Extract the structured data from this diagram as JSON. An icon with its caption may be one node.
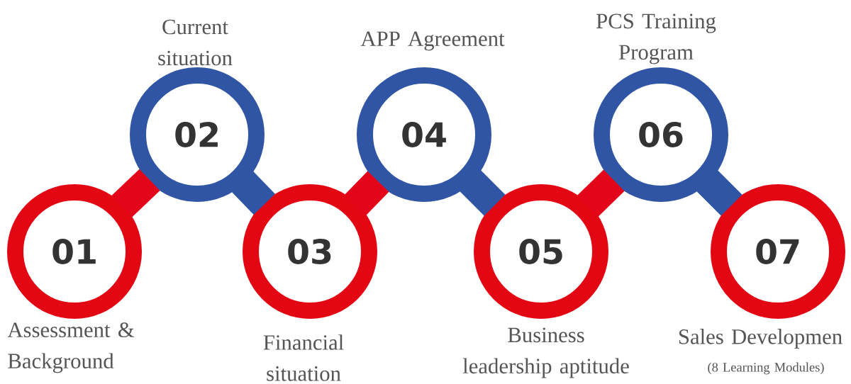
{
  "diagram": {
    "nodes": [
      {
        "text": [
          "01"
        ],
        "beside": [
          "Assessment & Background"
        ]
      },
      {
        "text": [
          "02"
        ],
        "beside": [
          "Current situation"
        ]
      },
      {
        "text": [
          "03"
        ],
        "beside": [
          "Financial situation"
        ]
      },
      {
        "text": [
          "04"
        ],
        "beside": [
          "APP Agreement"
        ]
      },
      {
        "text": [
          "05"
        ],
        "beside": [
          "Business leadership aptitude"
        ]
      },
      {
        "text": [
          "06"
        ],
        "beside": [
          "PCS Training Program"
        ]
      },
      {
        "text": [
          "07"
        ],
        "beside": [
          "Sales Developmen",
          "(8 Learning Modules)"
        ]
      }
    ],
    "edges": [
      {
        "from": 0,
        "to": 1,
        "arrow": "none",
        "color": "#e3061b"
      },
      {
        "from": 1,
        "to": 2,
        "arrow": "none",
        "color": "#2f55a4"
      },
      {
        "from": 2,
        "to": 3,
        "arrow": "none",
        "color": "#e3061b"
      },
      {
        "from": 3,
        "to": 4,
        "arrow": "none",
        "color": "#2f55a4"
      },
      {
        "from": 4,
        "to": 5,
        "arrow": "none",
        "color": "#e3061b"
      },
      {
        "from": 5,
        "to": 6,
        "arrow": "none",
        "color": "#2f55a4"
      }
    ]
  }
}
